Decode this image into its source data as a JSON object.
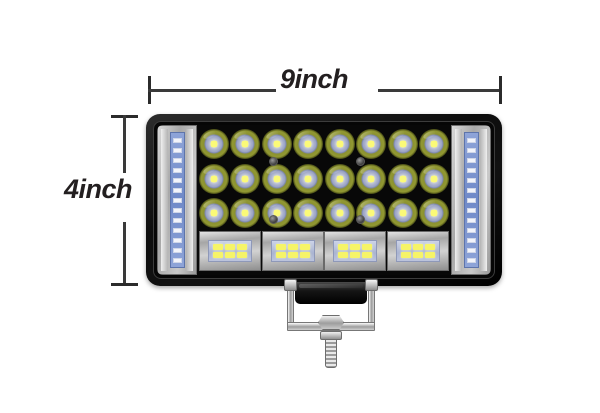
{
  "background_color": "#ffffff",
  "annotations": {
    "width_label": "9inch",
    "height_label": "4inch",
    "label_color": "#231f20",
    "line_color": "#3a3a3a"
  },
  "product": {
    "type": "led-work-light-bar",
    "body_color": "#0d0d0d",
    "bezel_color": "#060606"
  },
  "led_matrix": {
    "rows": 3,
    "columns": 8,
    "reflector_color": "#8b9130",
    "cup_color": "#9aa3c4",
    "chip_color": "#f7f56a",
    "screw_count": 4
  },
  "flood_modules": {
    "count": 4,
    "chips_per_module": 6,
    "chip_grid": "3x2",
    "housing_color": "#c4c4c4",
    "cup_color": "#aab4d2",
    "chip_color": "#f6f468"
  },
  "side_strips": {
    "count": 2,
    "chips_per_strip": 13,
    "strip_color": "#6f89c8",
    "chip_color": "#f2f4fb",
    "housing_color": "#b4b4b4"
  },
  "bracket": {
    "type": "u-mount-bracket",
    "metal_color": "#c9c9c9",
    "heatsink_color": "#151515",
    "parts": [
      "heatsink",
      "left-arm",
      "right-arm",
      "base-plate",
      "hex-nut",
      "bolt"
    ]
  }
}
